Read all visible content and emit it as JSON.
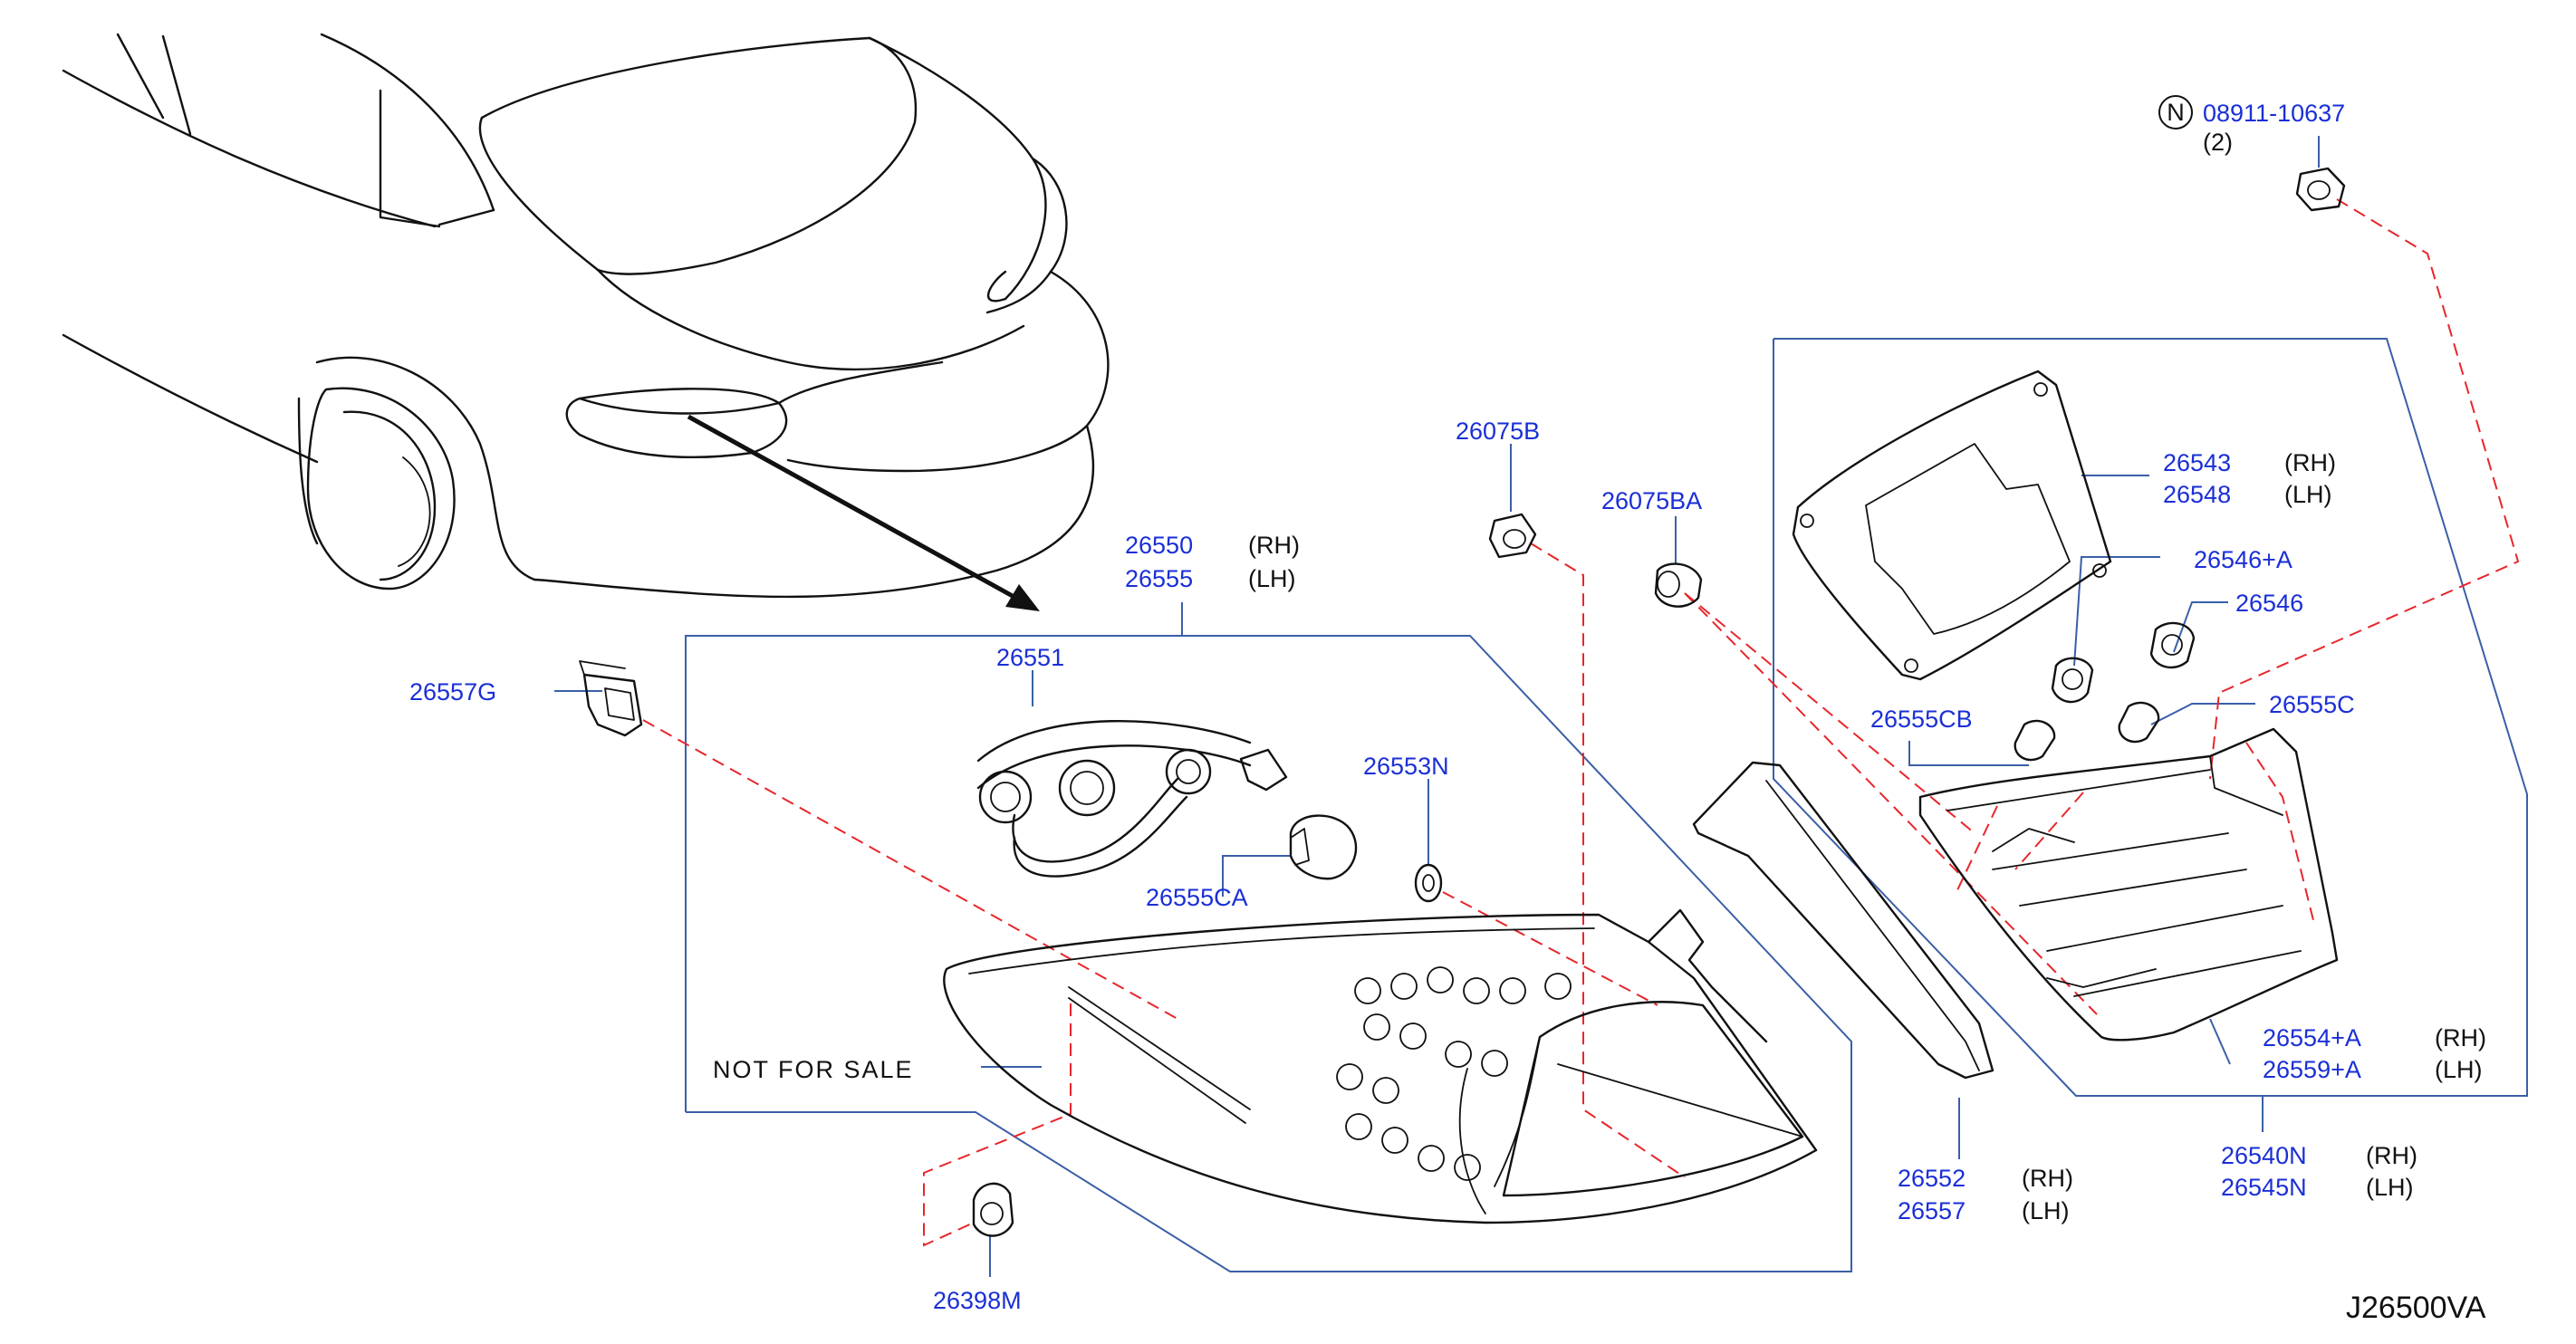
{
  "diagram": {
    "code": "J26500VA",
    "note": "NOT FOR SALE",
    "side_rh": "(RH)",
    "side_lh": "(LH)",
    "parts": {
      "p08911": "08911-10637",
      "p08911_qty": "(2)",
      "p08911_symbol": "N",
      "p26075B": "26075B",
      "p26075BA": "26075BA",
      "p26550": "26550",
      "p26555": "26555",
      "p26551": "26551",
      "p26553N": "26553N",
      "p26555CA": "26555CA",
      "p26557G": "26557G",
      "p26398M": "26398M",
      "p26543": "26543",
      "p26548": "26548",
      "p26546A": "26546+A",
      "p26546": "26546",
      "p26555CB": "26555CB",
      "p26555C": "26555C",
      "p26554A": "26554+A",
      "p26559A": "26559+A",
      "p26552": "26552",
      "p26557": "26557",
      "p26540N": "26540N",
      "p26545N": "26545N"
    },
    "colors": {
      "part_number": "#1a2fd6",
      "leader": "#3b5fa8",
      "phantom": "#e8262b",
      "ink": "#111111"
    }
  }
}
